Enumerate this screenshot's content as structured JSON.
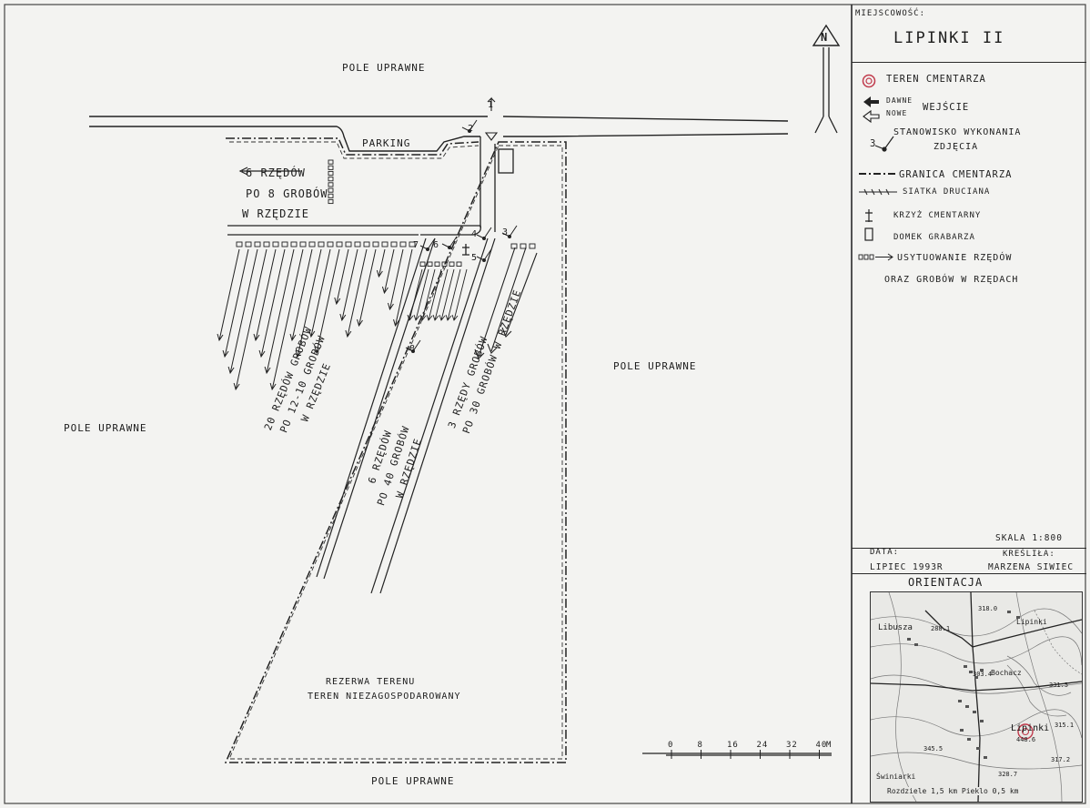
{
  "sheet": {
    "locality_label": "MIEJSCOWOŚĆ:",
    "title": "LIPINKI II",
    "scale": "SKALA 1:800",
    "date_label": "DATA:",
    "date_value": "LIPIEC 1993R",
    "drawn_by_label": "KREŚLIŁA:",
    "drawn_by_value": "MARZENA SIWIEC",
    "orientation_title": "ORIENTACJA"
  },
  "north": {
    "label": "N"
  },
  "legend": {
    "cemetery_area": "TEREN CMENTARZA",
    "entrance_old": "DAWNE",
    "entrance_new": "NOWE",
    "entrance": "WEJŚCIE",
    "photo_station_line1": "STANOWISKO WYKONANIA",
    "photo_station_line2": "ZDJĘCIA",
    "photo_station_num": "3",
    "boundary": "GRANICA CMENTARZA",
    "fence": "SIATKA DRUCIANA",
    "cross": "KRZYŻ CMENTARNY",
    "gravedigger_house": "DOMEK GRABARZA",
    "layout_line1": "USYTUOWANIE RZĘDÓW",
    "layout_line2": "ORAZ GROBÓW W RZĘDACH"
  },
  "map": {
    "field_top": "POLE UPRAWNE",
    "field_left": "POLE UPRAWNE",
    "field_right": "POLE UPRAWNE",
    "field_bottom": "POLE UPRAWNE",
    "parking": "PARKING",
    "upper_line1": "6 RZĘDÓW",
    "upper_line2": "PO 8 GROBÓW",
    "upper_line3": "W RZĘDZIE",
    "section1_line1": "20 RZĘDÓW GROBÓW",
    "section1_line2": "PO 12-10 GROBÓW",
    "section1_line3": "W RZĘDZIE",
    "section2_line1": "6 RZĘDÓW",
    "section2_line2": "PO 40 GROBÓW",
    "section2_line3": "W RZĘDZIE",
    "section3_line1": "3 RZĘDY GROBÓW",
    "section3_line2": "PO 30 GROBÓW W RZĘDZIE",
    "reserve_line1": "REZERWA TERENU",
    "reserve_line2": "TEREN NIEZAGOSPODAROWANY",
    "stations": [
      "1",
      "2",
      "3",
      "4",
      "5",
      "6",
      "7",
      "8"
    ],
    "scalebar_ticks": [
      "0",
      "8",
      "16",
      "24",
      "32",
      "40"
    ],
    "scalebar_unit": "M"
  },
  "orientation_map": {
    "places": [
      "Libusza",
      "Lipinki",
      "Bochacz",
      "Świniarki",
      "Lipinki"
    ],
    "heights": [
      "318.0",
      "288.1",
      "303.4",
      "315.1",
      "448.6",
      "317.2",
      "345.5",
      "328.7",
      "331.5"
    ],
    "caption": "Rozdziele 1,5 km   Pieklo 0,5 km"
  }
}
